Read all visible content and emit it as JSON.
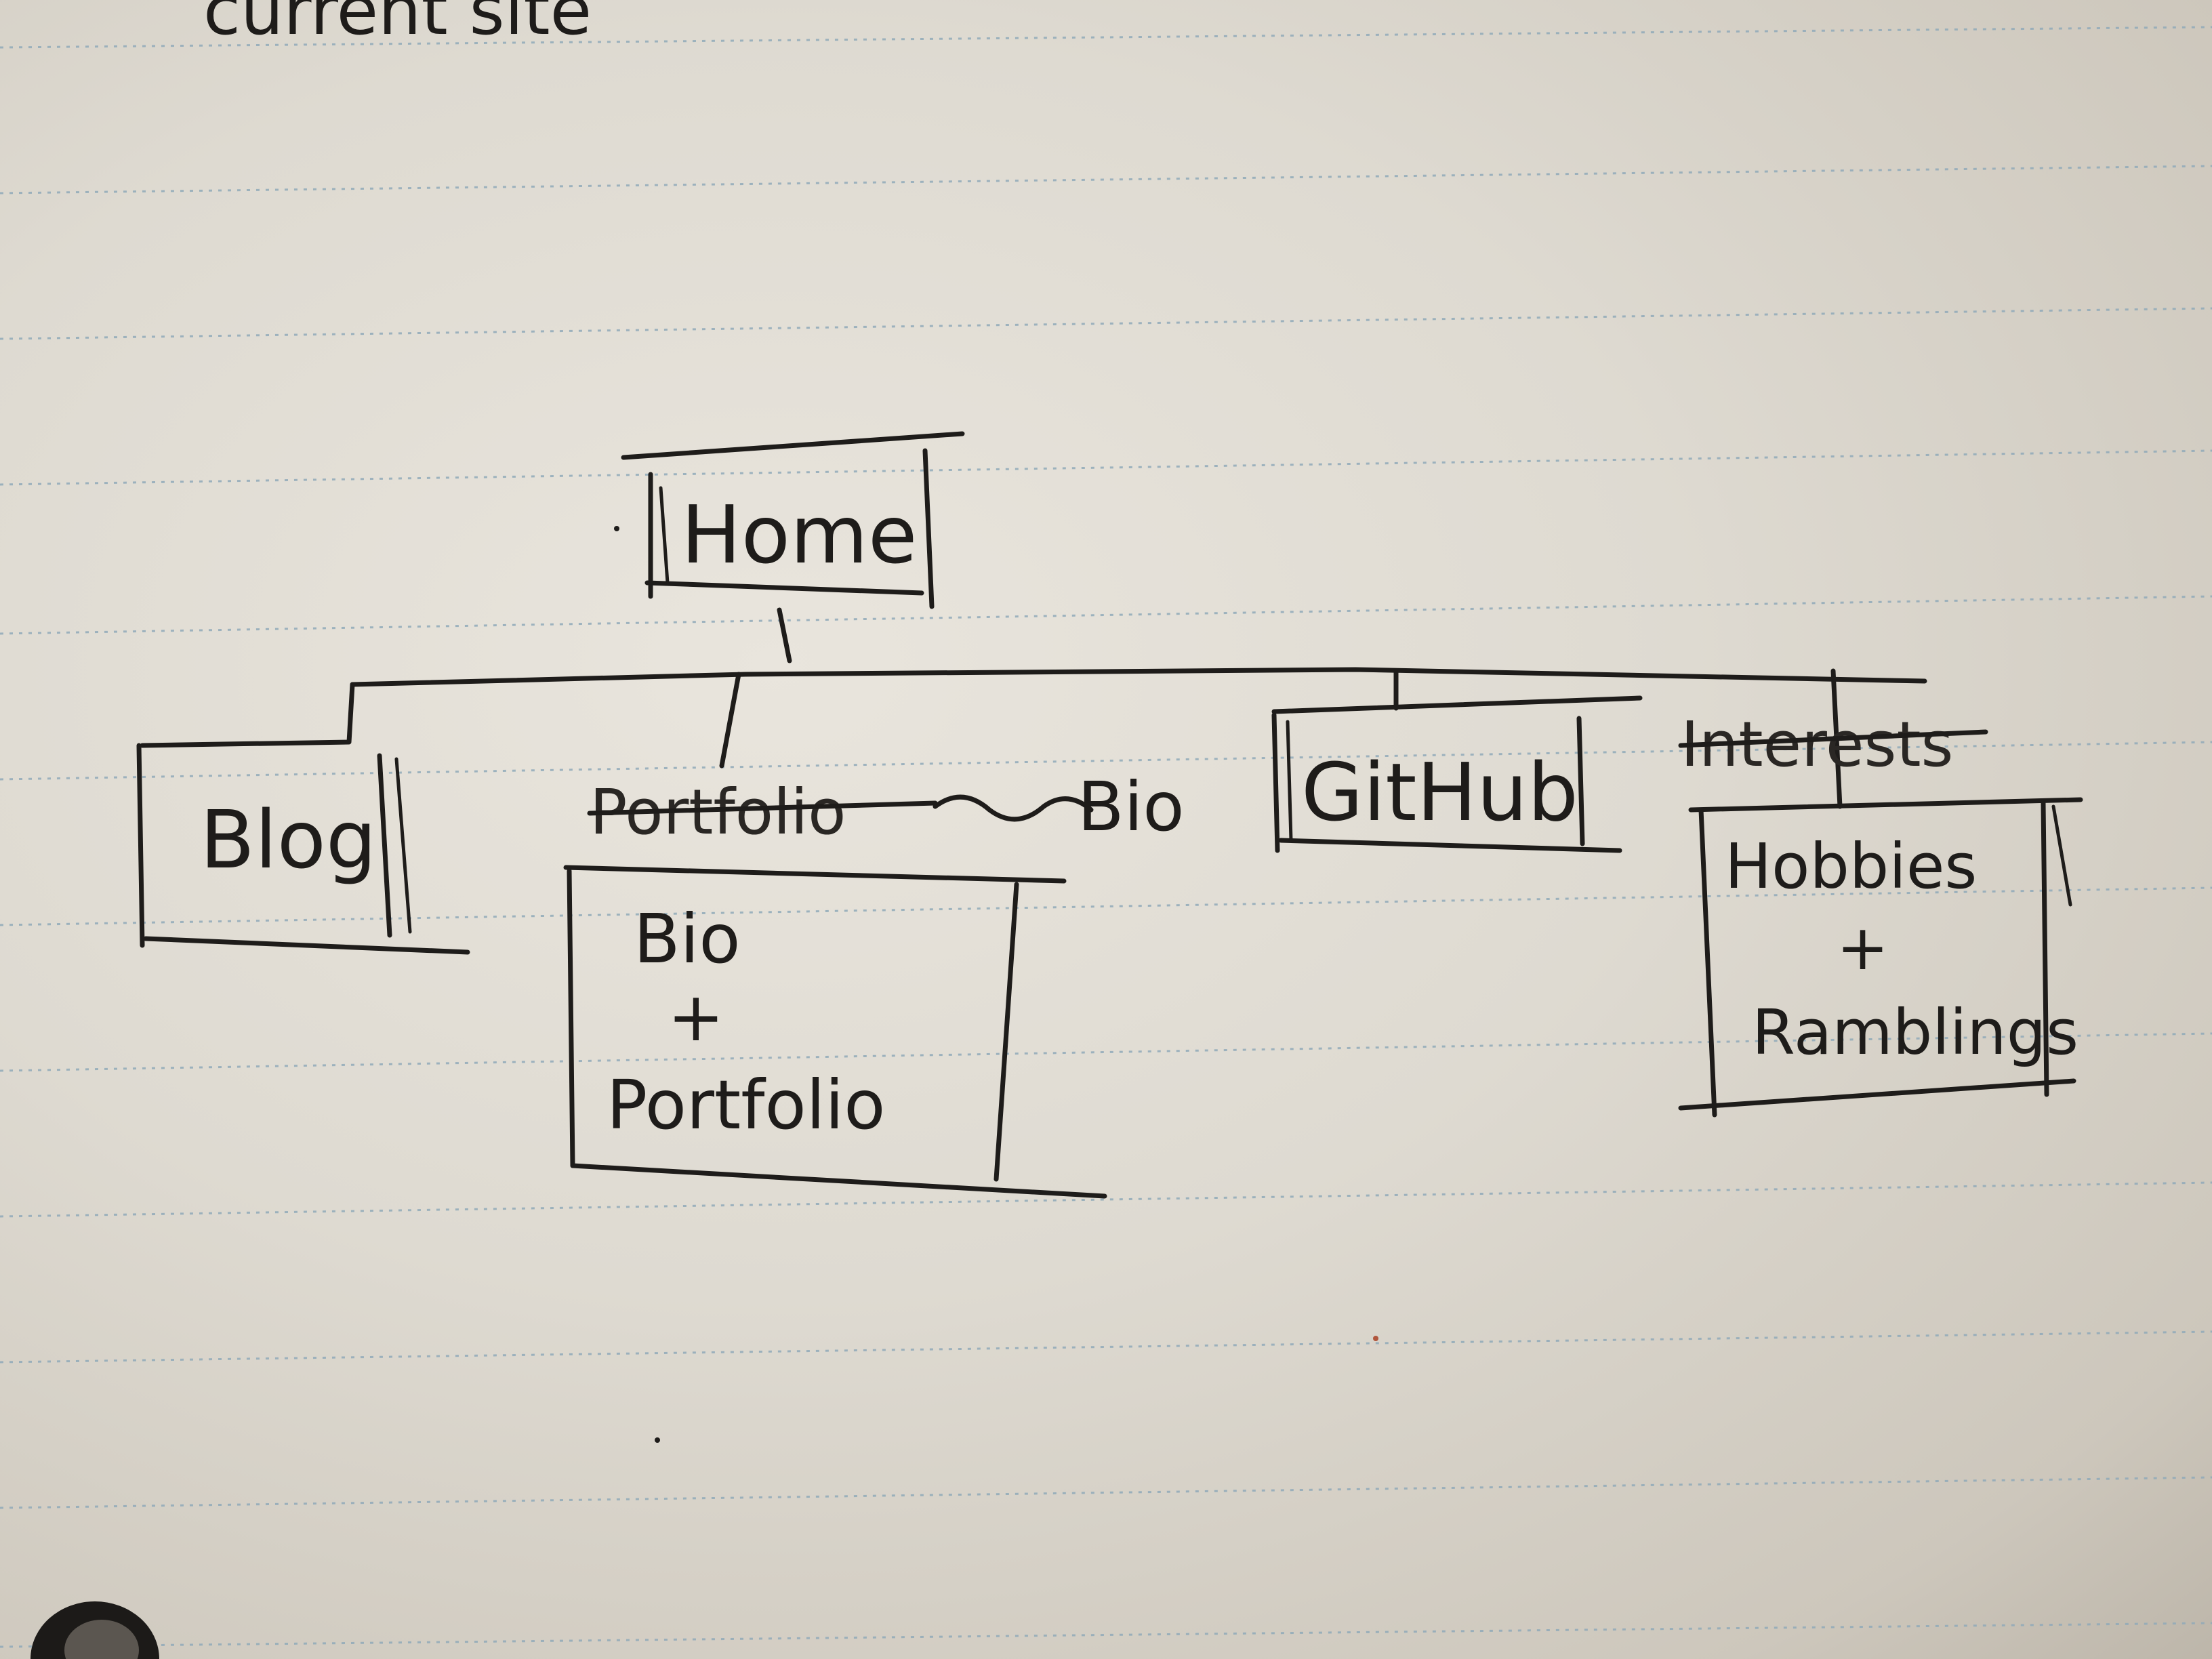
{
  "header_partial": "current site",
  "nodes": {
    "home": "Home",
    "blog": "Blog",
    "bio_strikethrough": "Bio",
    "portfolio_crossed": "Portfolio",
    "bio_portfolio": {
      "line1": "Bio",
      "plus": "+",
      "line2": "Portfolio"
    },
    "github": "GitHub",
    "interests_crossed": "Interests",
    "hobbies_ramblings": {
      "line1": "Hobbies",
      "plus": "+",
      "line2": "Ramblings"
    }
  },
  "colors": {
    "ink": "#1e1c1a",
    "paper": "#e4e0d8",
    "rule_lines": "#8fa9b8"
  }
}
